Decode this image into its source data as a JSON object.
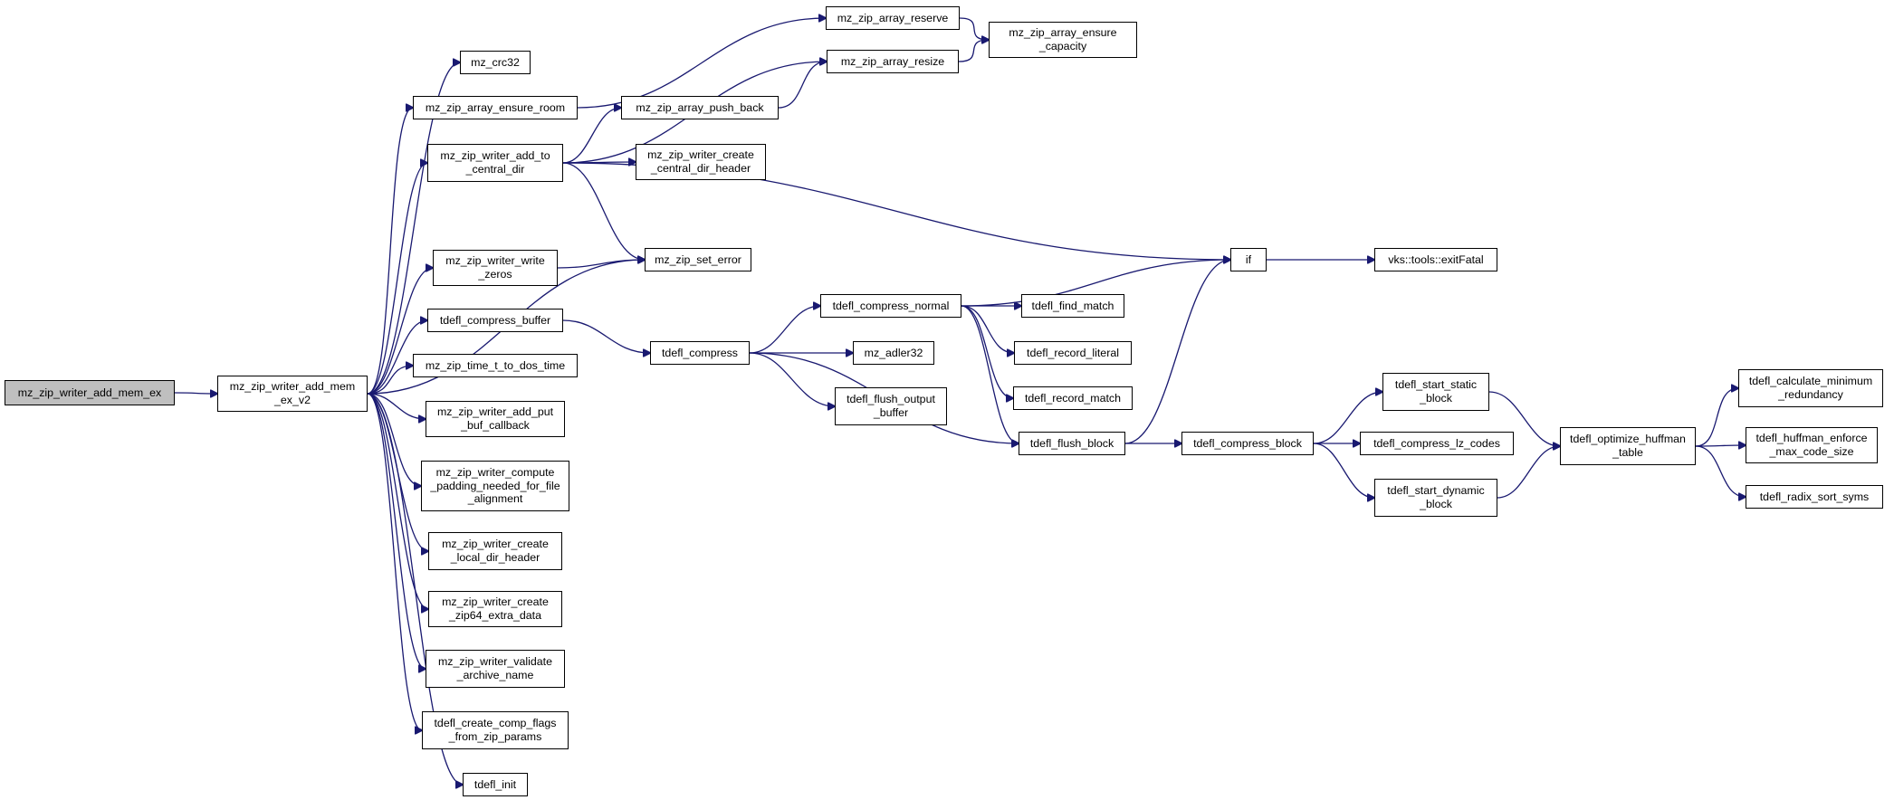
{
  "nodes": {
    "root": "mz_zip_writer_add_mem_ex",
    "add_mem_v2": "mz_zip_writer_add_mem\n_ex_v2",
    "crc32": "mz_crc32",
    "ensure_room": "mz_zip_array_ensure_room",
    "add_to_cd": "mz_zip_writer_add_to\n_central_dir",
    "write_zeros": "mz_zip_writer_write\n_zeros",
    "compress_buffer": "tdefl_compress_buffer",
    "dos_time": "mz_zip_time_t_to_dos_time",
    "add_put_buf": "mz_zip_writer_add_put\n_buf_callback",
    "compute_padding": "mz_zip_writer_compute\n_padding_needed_for_file\n_alignment",
    "local_dir_header": "mz_zip_writer_create\n_local_dir_header",
    "zip64_extra": "mz_zip_writer_create\n_zip64_extra_data",
    "validate_name": "mz_zip_writer_validate\n_archive_name",
    "comp_flags": "tdefl_create_comp_flags\n_from_zip_params",
    "tdefl_init": "tdefl_init",
    "array_reserve": "mz_zip_array_reserve",
    "array_resize": "mz_zip_array_resize",
    "push_back": "mz_zip_array_push_back",
    "cd_header": "mz_zip_writer_create\n_central_dir_header",
    "set_error": "mz_zip_set_error",
    "ensure_capacity": "mz_zip_array_ensure\n_capacity",
    "tdefl_compress": "tdefl_compress",
    "compress_normal": "tdefl_compress_normal",
    "adler32": "mz_adler32",
    "flush_output": "tdefl_flush_output\n_buffer",
    "find_match": "tdefl_find_match",
    "record_literal": "tdefl_record_literal",
    "record_match": "tdefl_record_match",
    "flush_block": "tdefl_flush_block",
    "if_node": "if",
    "exit_fatal": "vks::tools::exitFatal",
    "compress_block": "tdefl_compress_block",
    "start_static": "tdefl_start_static\n_block",
    "lz_codes": "tdefl_compress_lz_codes",
    "start_dynamic": "tdefl_start_dynamic\n_block",
    "optimize_huffman": "tdefl_optimize_huffman\n_table",
    "calc_min_redundancy": "tdefl_calculate_minimum\n_redundancy",
    "huffman_enforce": "tdefl_huffman_enforce\n_max_code_size",
    "radix_sort": "tdefl_radix_sort_syms"
  },
  "edges": [
    [
      "root",
      "add_mem_v2"
    ],
    [
      "add_mem_v2",
      "crc32"
    ],
    [
      "add_mem_v2",
      "ensure_room"
    ],
    [
      "add_mem_v2",
      "add_to_cd"
    ],
    [
      "add_mem_v2",
      "set_error"
    ],
    [
      "add_mem_v2",
      "write_zeros"
    ],
    [
      "add_mem_v2",
      "compress_buffer"
    ],
    [
      "add_mem_v2",
      "dos_time"
    ],
    [
      "add_mem_v2",
      "add_put_buf"
    ],
    [
      "add_mem_v2",
      "compute_padding"
    ],
    [
      "add_mem_v2",
      "local_dir_header"
    ],
    [
      "add_mem_v2",
      "zip64_extra"
    ],
    [
      "add_mem_v2",
      "validate_name"
    ],
    [
      "add_mem_v2",
      "comp_flags"
    ],
    [
      "add_mem_v2",
      "tdefl_init"
    ],
    [
      "ensure_room",
      "array_reserve"
    ],
    [
      "array_reserve",
      "ensure_capacity"
    ],
    [
      "array_resize",
      "ensure_capacity"
    ],
    [
      "add_to_cd",
      "array_resize"
    ],
    [
      "add_to_cd",
      "push_back"
    ],
    [
      "push_back",
      "array_resize"
    ],
    [
      "add_to_cd",
      "cd_header"
    ],
    [
      "add_to_cd",
      "set_error"
    ],
    [
      "add_to_cd",
      "if_node"
    ],
    [
      "write_zeros",
      "set_error"
    ],
    [
      "compress_buffer",
      "tdefl_compress"
    ],
    [
      "tdefl_compress",
      "compress_normal"
    ],
    [
      "tdefl_compress",
      "adler32"
    ],
    [
      "tdefl_compress",
      "flush_output"
    ],
    [
      "tdefl_compress",
      "flush_block"
    ],
    [
      "compress_normal",
      "if_node"
    ],
    [
      "compress_normal",
      "find_match"
    ],
    [
      "compress_normal",
      "record_literal"
    ],
    [
      "compress_normal",
      "record_match"
    ],
    [
      "compress_normal",
      "flush_block"
    ],
    [
      "if_node",
      "exit_fatal"
    ],
    [
      "flush_block",
      "if_node"
    ],
    [
      "flush_block",
      "compress_block"
    ],
    [
      "compress_block",
      "start_static"
    ],
    [
      "compress_block",
      "lz_codes"
    ],
    [
      "compress_block",
      "start_dynamic"
    ],
    [
      "start_static",
      "optimize_huffman"
    ],
    [
      "start_dynamic",
      "optimize_huffman"
    ],
    [
      "optimize_huffman",
      "calc_min_redundancy"
    ],
    [
      "optimize_huffman",
      "huffman_enforce"
    ],
    [
      "optimize_huffman",
      "radix_sort"
    ]
  ],
  "colors": {
    "edge": "#191970",
    "root_fill": "#bfbfbf",
    "node_fill": "#ffffff",
    "border": "#000000"
  }
}
